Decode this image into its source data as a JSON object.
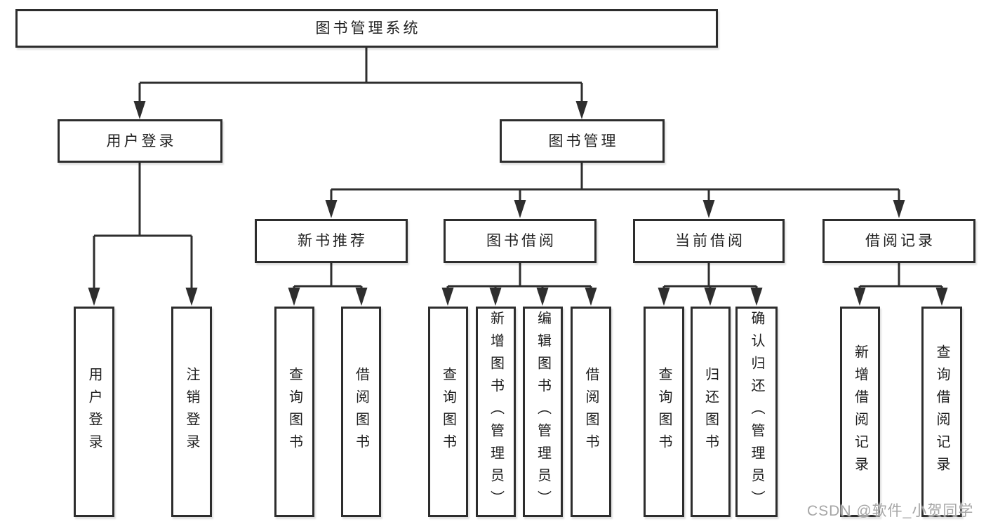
{
  "colors": {
    "line": "#2e2e2e",
    "box_border": "#2d2d2d",
    "text": "#1e1e1e",
    "watermark": "#a6a6a6",
    "background": "#ffffff"
  },
  "watermark": {
    "text": "CSDN @软件_小贺同学"
  },
  "tree": {
    "root": {
      "label": "图书管理系统",
      "children": [
        {
          "label": "用户登录",
          "children": [
            {
              "label": "用户登录"
            },
            {
              "label": "注销登录"
            }
          ]
        },
        {
          "label": "图书管理",
          "children": [
            {
              "label": "新书推荐",
              "children": [
                {
                  "label": "查询图书"
                },
                {
                  "label": "借阅图书"
                }
              ]
            },
            {
              "label": "图书借阅",
              "children": [
                {
                  "label": "查询图书"
                },
                {
                  "label": "新增图书（管理员）"
                },
                {
                  "label": "编辑图书（管理员）"
                },
                {
                  "label": "借阅图书"
                }
              ]
            },
            {
              "label": "当前借阅",
              "children": [
                {
                  "label": "查询图书"
                },
                {
                  "label": "归还图书"
                },
                {
                  "label": "确认归还（管理员）"
                }
              ]
            },
            {
              "label": "借阅记录",
              "children": [
                {
                  "label": "新增借阅记录"
                },
                {
                  "label": "查询借阅记录"
                }
              ]
            }
          ]
        }
      ]
    }
  }
}
